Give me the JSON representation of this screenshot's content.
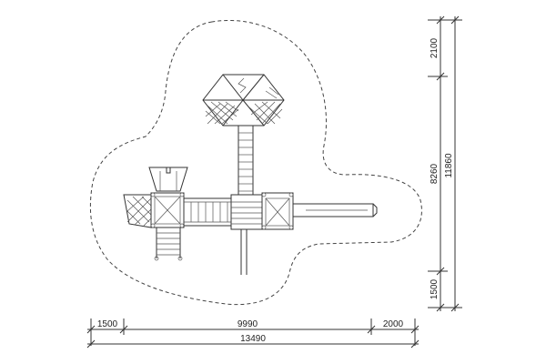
{
  "drawing": {
    "dimensions_horizontal": {
      "left_margin": "1500",
      "main_width": "9990",
      "right_margin": "2000",
      "total_width": "13490"
    },
    "dimensions_vertical": {
      "top_margin": "2100",
      "main_height": "8260",
      "bottom_margin": "1500",
      "total_height": "11860"
    }
  }
}
